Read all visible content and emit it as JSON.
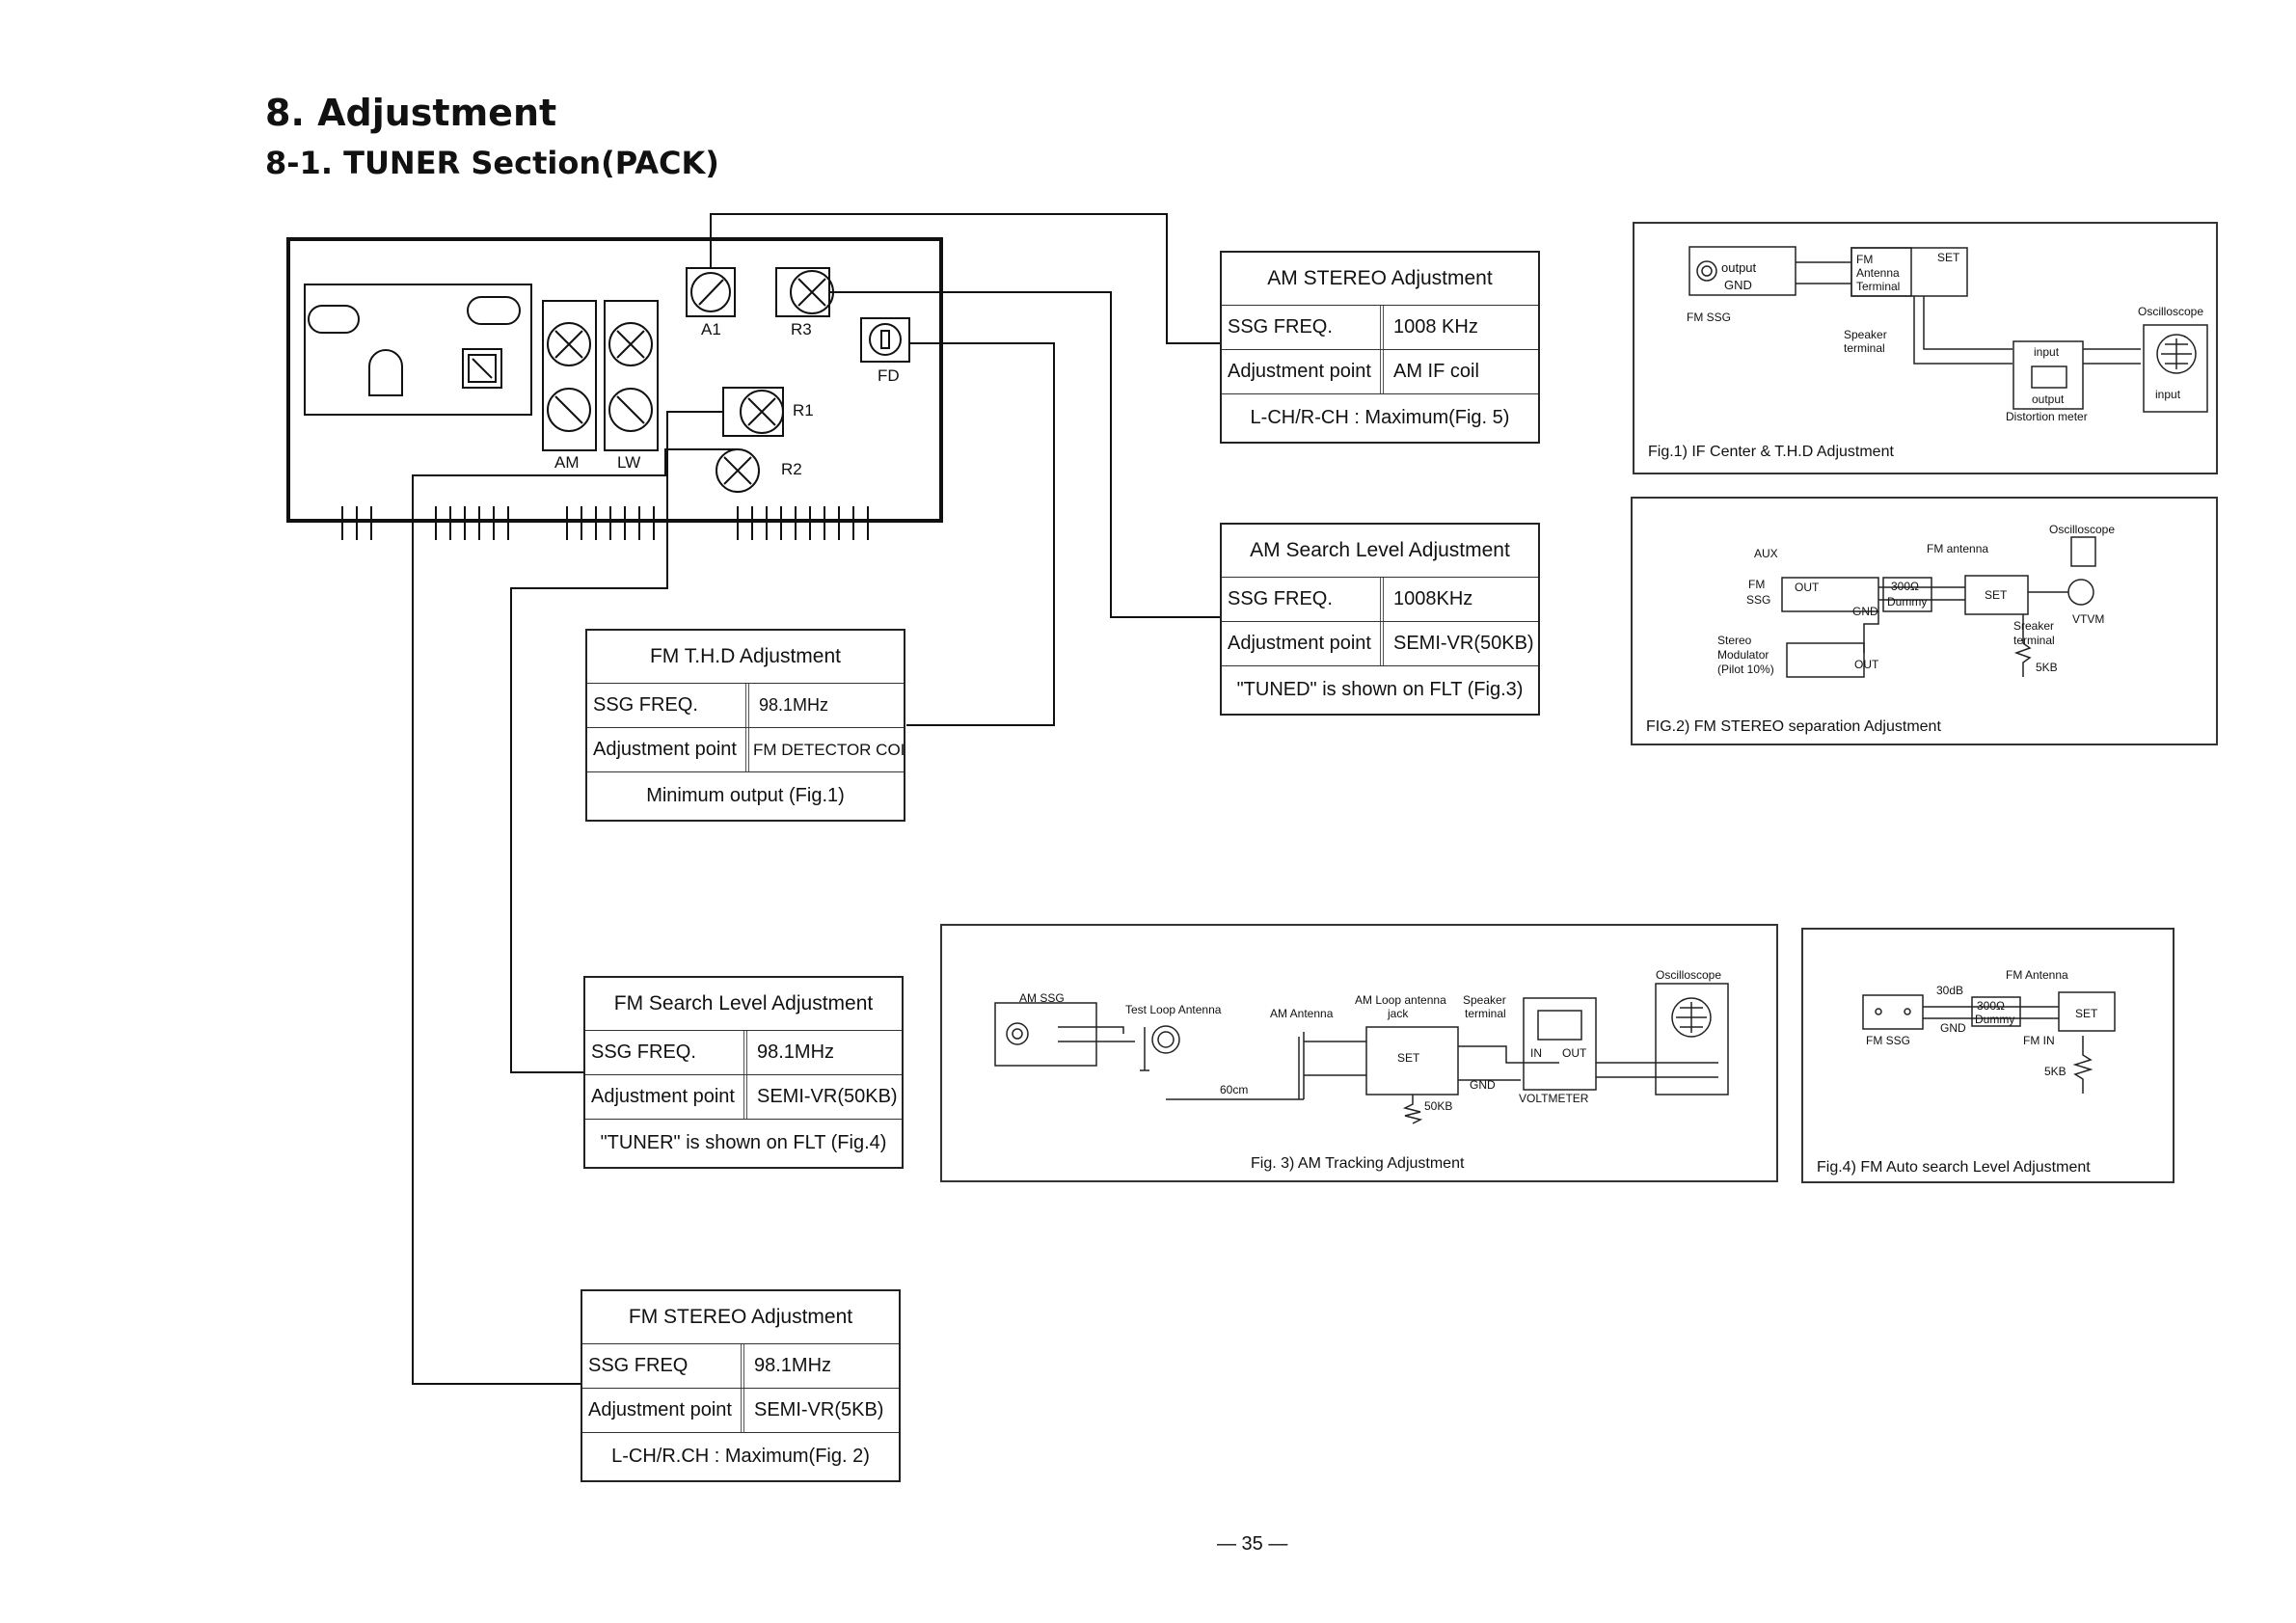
{
  "heading": "8. Adjustment",
  "subheading": "8-1. TUNER Section(PACK)",
  "board": {
    "a1": "A1",
    "r3": "R3",
    "fd": "FD",
    "r1": "R1",
    "r2": "R2",
    "am": "AM",
    "lw": "LW"
  },
  "tables": {
    "am_stereo": {
      "title": "AM STEREO Adjustment",
      "ssg_label": "SSG FREQ.",
      "ssg_value": "1008 KHz",
      "adj_label": "Adjustment point",
      "adj_value": "AM IF coil",
      "foot": "L-CH/R-CH : Maximum(Fig. 5)"
    },
    "am_search": {
      "title": "AM Search Level Adjustment",
      "ssg_label": "SSG FREQ.",
      "ssg_value": "1008KHz",
      "adj_label": "Adjustment point",
      "adj_value": "SEMI-VR(50KB)",
      "foot": "\"TUNED\" is shown on FLT (Fig.3)"
    },
    "fm_thd": {
      "title": "FM T.H.D Adjustment",
      "ssg_label": "SSG FREQ.",
      "ssg_value": "98.1MHz",
      "adj_label": "Adjustment point",
      "adj_value": "FM DETECTOR COIL",
      "foot": "Minimum output (Fig.1)"
    },
    "fm_search": {
      "title": "FM Search Level Adjustment",
      "ssg_label": "SSG FREQ.",
      "ssg_value": "98.1MHz",
      "adj_label": "Adjustment point",
      "adj_value": "SEMI-VR(50KB)",
      "foot": "\"TUNER\" is shown on FLT (Fig.4)"
    },
    "fm_stereo": {
      "title": "FM STEREO Adjustment",
      "ssg_label": "SSG FREQ",
      "ssg_value": "98.1MHz",
      "adj_label": "Adjustment point",
      "adj_value": "SEMI-VR(5KB)",
      "foot": "L-CH/R.CH : Maximum(Fig. 2)"
    }
  },
  "fig1": {
    "caption": "Fig.1) IF Center & T.H.D Adjustment",
    "fm_ssg": "FM SSG",
    "output": "output",
    "gnd": "GND",
    "fm_antenna": "FM",
    "antenna": "Antenna",
    "terminal": "Terminal",
    "set": "SET",
    "speaker": "Speaker",
    "speaker_terminal": "terminal",
    "input": "input",
    "output2": "output",
    "distortion": "Distortion meter",
    "oscilloscope": "Oscilloscope",
    "input2": "input"
  },
  "fig2": {
    "caption": "FIG.2) FM STEREO separation Adjustment",
    "aux": "AUX",
    "fm": "FM",
    "ssg": "SSG",
    "out": "OUT",
    "gnd": "GND",
    "dummy_ohm": "300Ω",
    "dummy": "Dummy",
    "fm_antenna": "FM antenna",
    "set": "SET",
    "oscilloscope": "Oscilloscope",
    "vtvm": "VTVM",
    "speaker": "Sreaker",
    "terminal": "terminal",
    "kb": "5KB",
    "stereo": "Stereo",
    "modulator": "Modulator",
    "pilot": "(Pilot 10%)",
    "out2": "OUT"
  },
  "fig3": {
    "caption": "Fig. 3) AM Tracking Adjustment",
    "am_ssg": "AM SSG",
    "loop": "Test Loop Antenna",
    "am_antenna": "AM Antenna",
    "am_loop": "AM Loop antenna",
    "jack": "jack",
    "speaker": "Speaker",
    "terminal": "terminal",
    "set": "SET",
    "dist": "60cm",
    "kb": "50KB",
    "gnd": "GND",
    "in": "IN",
    "out": "OUT",
    "voltmeter": "VOLTMETER",
    "oscilloscope": "Oscilloscope"
  },
  "fig4": {
    "caption": "Fig.4) FM Auto search Level Adjustment",
    "fm_ssg": "FM SSG",
    "db": "30dB",
    "gnd": "GND",
    "ohm": "300Ω",
    "dummy": "Dummy",
    "fm_antenna": "FM Antenna",
    "set": "SET",
    "fm_in": "FM IN",
    "kb": "5KB"
  },
  "page_number": "— 35 —"
}
